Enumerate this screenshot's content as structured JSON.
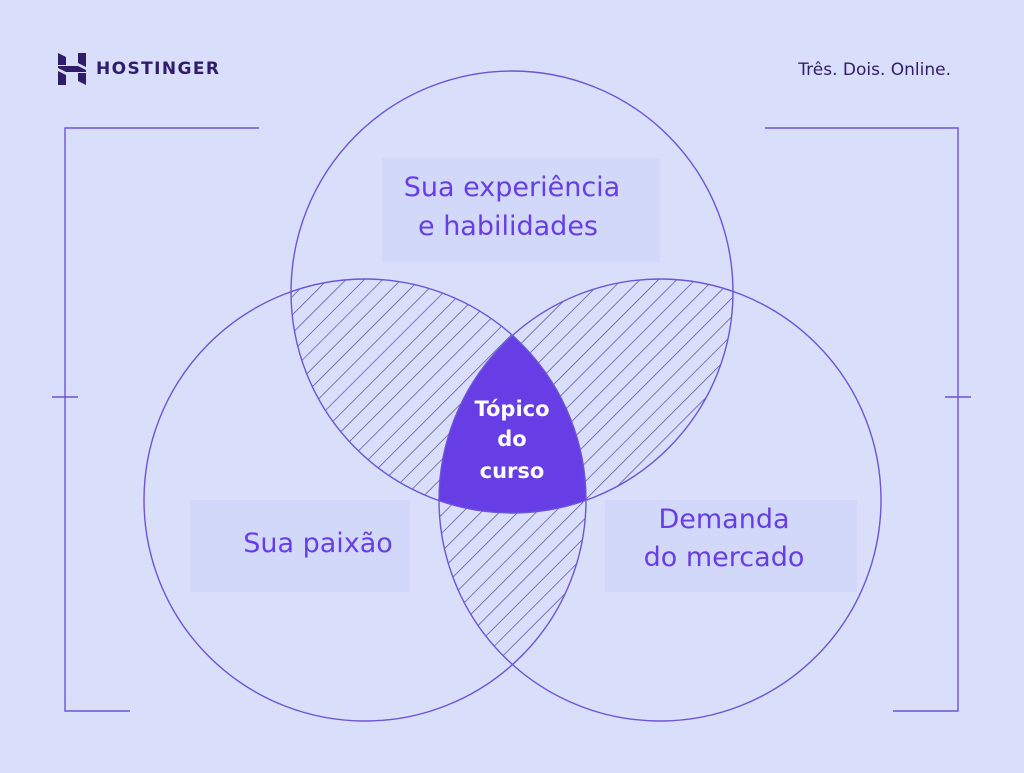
{
  "brand": {
    "name": "HOSTINGER",
    "tagline": "Três. Dois. Online."
  },
  "diagram": {
    "type": "venn",
    "sets": [
      {
        "id": "skills",
        "lines": [
          "Sua experiência",
          "e habilidades"
        ]
      },
      {
        "id": "passion",
        "lines": [
          "Sua paixão"
        ]
      },
      {
        "id": "market",
        "lines": [
          "Demanda",
          "do mercado"
        ]
      }
    ],
    "center": {
      "lines": [
        "Tópico",
        "do",
        "curso"
      ]
    }
  },
  "colors": {
    "background": "#d9defb",
    "accent": "#673de6",
    "stroke": "#6a55d8",
    "brand_dark": "#2f1c6a",
    "hatch": "#4d3a9a"
  }
}
